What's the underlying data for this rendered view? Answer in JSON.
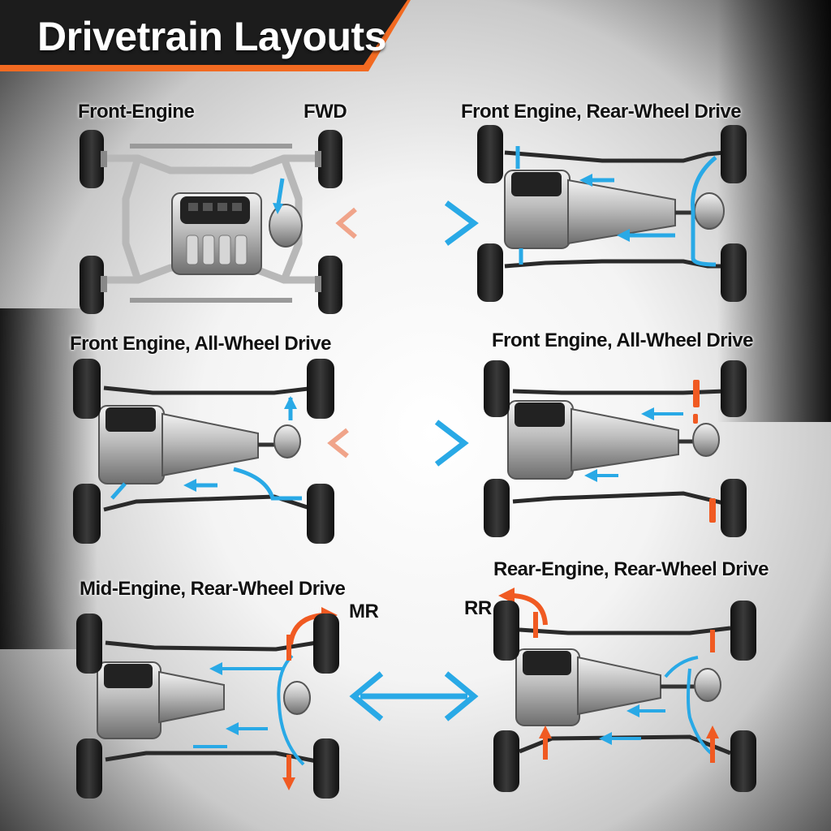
{
  "title": "Drivetrain Layouts",
  "panels": {
    "fwd": {
      "label": "Front-Engine",
      "tag": "FWD"
    },
    "fr": {
      "label": "Front Engine, Rear-Wheel Drive"
    },
    "awd_left": {
      "label": "Front Engine, All-Wheel Drive"
    },
    "awd_right": {
      "label": "Front Engine, All-Wheel Drive"
    },
    "mr": {
      "label": "Mid-Engine, Rear-Wheel Drive",
      "tag": "MR"
    },
    "rr": {
      "label": "Rear-Engine, Rear-Wheel Drive",
      "tag": "RR"
    }
  },
  "colors": {
    "banner_dark": "#1c1c1c",
    "banner_accent": "#f26a21",
    "flow_blue": "#29a9e6",
    "torque_orange": "#f05a22",
    "arrow_salmon": "#f0a48a"
  }
}
